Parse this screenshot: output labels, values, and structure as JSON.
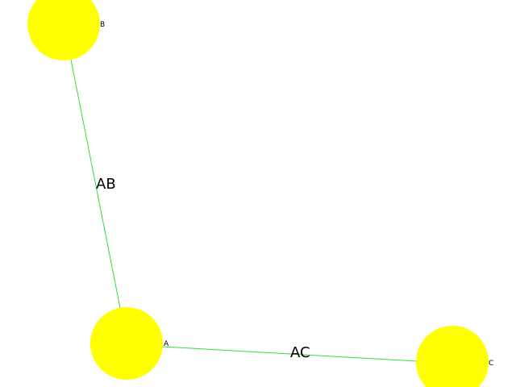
{
  "graph": {
    "colors": {
      "node_fill": "#ffff00",
      "edge_stroke": "#33dd33",
      "text": "#000000",
      "background": "#ffffff"
    },
    "nodes": [
      {
        "id": "A",
        "label": "A"
      },
      {
        "id": "B",
        "label": "B"
      },
      {
        "id": "C",
        "label": "C"
      }
    ],
    "edges": [
      {
        "id": "AB",
        "source": "A",
        "target": "B",
        "label": "AB"
      },
      {
        "id": "AC",
        "source": "A",
        "target": "C",
        "label": "AC"
      }
    ]
  }
}
